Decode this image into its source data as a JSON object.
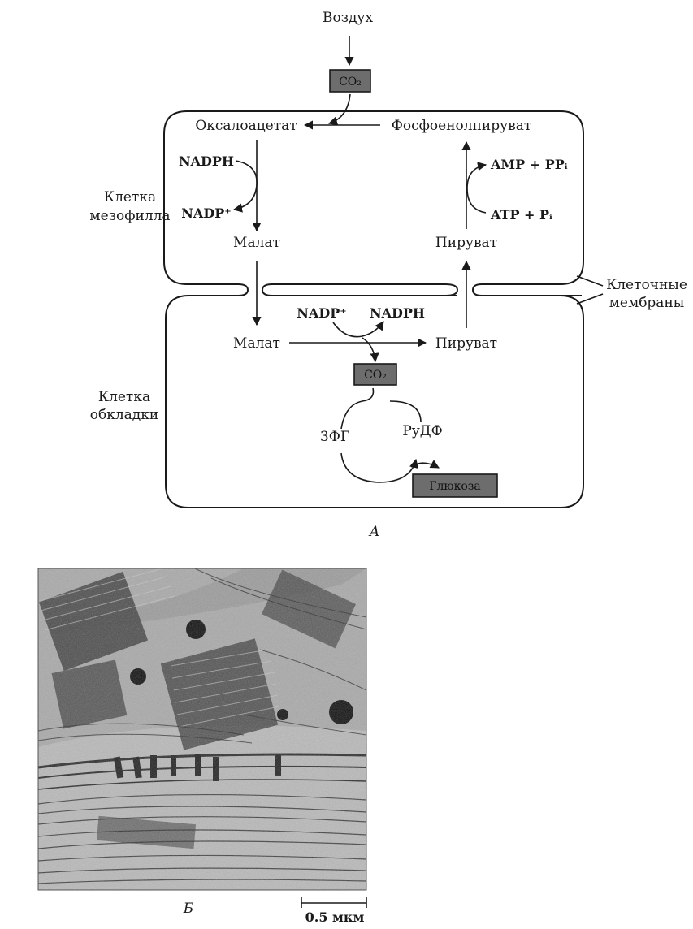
{
  "panel_a": {
    "air": "Воздух",
    "co2_top": "CO₂",
    "oxaloacetate": "Оксалоацетат",
    "pep": "Фосфоенолпируват",
    "nadph_mes": "NADPH",
    "nadp_mes": "NADP⁺",
    "amp_ppi": "AMP + PPᵢ",
    "atp_pi": "ATP + Pᵢ",
    "malate_mes": "Малат",
    "pyruvate_mes": "Пируват",
    "mesophyll_line1": "Клетка",
    "mesophyll_line2": "мезофилла",
    "membranes_line1": "Клеточные",
    "membranes_line2": "мембраны",
    "nadp_bundle": "NADP⁺",
    "nadph_bundle": "NADPH",
    "malate_bundle": "Малат",
    "pyruvate_bundle": "Пируват",
    "co2_bundle": "CO₂",
    "bundle_line1": "Клетка",
    "bundle_line2": "обкладки",
    "pga": "3ФГ",
    "rubp": "РуДФ",
    "glucose": "Глюкоза",
    "caption": "A"
  },
  "panel_b": {
    "caption": "Б",
    "scale_label": "0.5 мкм"
  },
  "colors": {
    "ink": "#1a1a1a",
    "box_fill": "#6d6d6d",
    "micrograph_bg": "#a8a8a8"
  }
}
